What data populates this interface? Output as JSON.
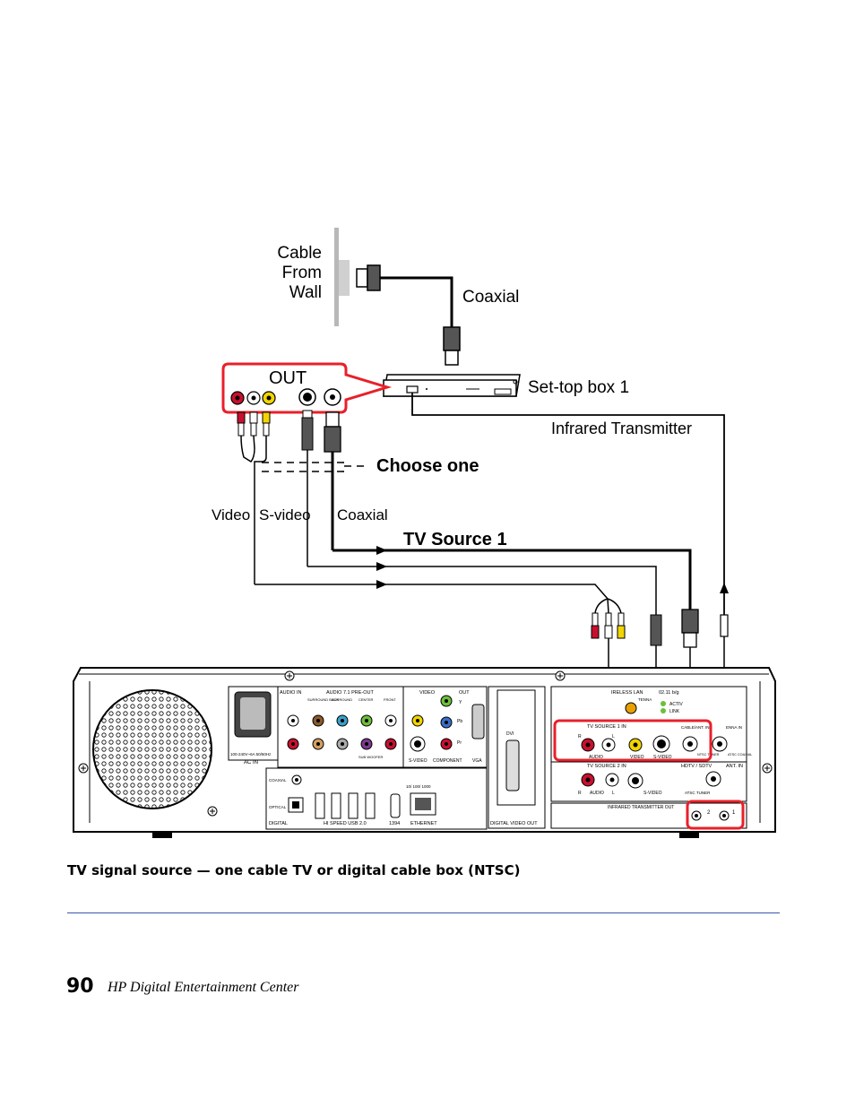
{
  "figure": {
    "labels": {
      "cable_line1": "Cable",
      "cable_line2": "From",
      "cable_line3": "Wall",
      "coaxial_top": "Coaxial",
      "out": "OUT",
      "set_top_box": "Set-top box 1",
      "infrared_transmitter": "Infrared Transmitter",
      "choose_one": "Choose one",
      "video": "Video",
      "svideo": "S-video",
      "coaxial_bottom": "Coaxial",
      "tv_source_1": "TV Source 1"
    },
    "panel": {
      "audio_in": "AUDIO IN",
      "audio_71_preout": "AUDIO 7.1 PRE-OUT",
      "surround_back": "SURROUND BACK",
      "surround": "SURROUND",
      "center": "CENTER",
      "front": "FRONT",
      "sub_woofer": "SUB WOOFER",
      "video": "VIDEO",
      "out": "OUT",
      "y": "Y",
      "pb": "Pb",
      "pr": "Pr",
      "svideo": "S-VIDEO",
      "component": "COMPONENT",
      "vga": "VGA",
      "dvi": "DVI",
      "digital_video_out": "DIGITAL VIDEO OUT",
      "ac_rating": "100-240V~6A 50/60Hz",
      "ac_in": "AC IN",
      "coaxial": "COAXIAL",
      "optical": "OPTICAL",
      "digital": "DIGITAL",
      "hi_speed_usb": "HI SPEED USB 2.0",
      "ieee1394": "1394",
      "ethernet_speed": "10/ 100/ 1000",
      "ethernet": "ETHERNET",
      "wireless_lan": "IRELESS LAN",
      "wlan_std": "02.11 b/g",
      "antenna": "TENNA",
      "active": "ACTIV",
      "link": "LINK",
      "tv_source_1_in": "TV SOURCE   1   IN",
      "tv_source_2_in": "TV SOURCE   2   IN",
      "audio": "AUDIO",
      "cable_ant_in": "CABLE/ANT. IN",
      "antenna_in": "ENNA IN",
      "ntsc_tuner": "NTSC TUNER",
      "atsc_coaxial": "ATSC COAXIAL",
      "hdtv_sdtv": "HDTV / SDTV",
      "ant_in": "ANT. IN",
      "atsc_tuner": "ATSC TUNER",
      "infrared_transmitter_out": "INFRARED TRANSMITTER OUT",
      "r": "R",
      "l": "L",
      "ir1": "1",
      "ir2": "2"
    }
  },
  "caption": "TV signal source — one cable TV or digital cable box (NTSC)",
  "footer": {
    "page_number": "90",
    "title": "HP Digital Entertainment Center"
  },
  "colors": {
    "highlight": "#e8202a",
    "rule": "#3a56a8",
    "rca_red": "#c8102e",
    "rca_yellow": "#f2d500",
    "rca_white": "#ffffff"
  }
}
